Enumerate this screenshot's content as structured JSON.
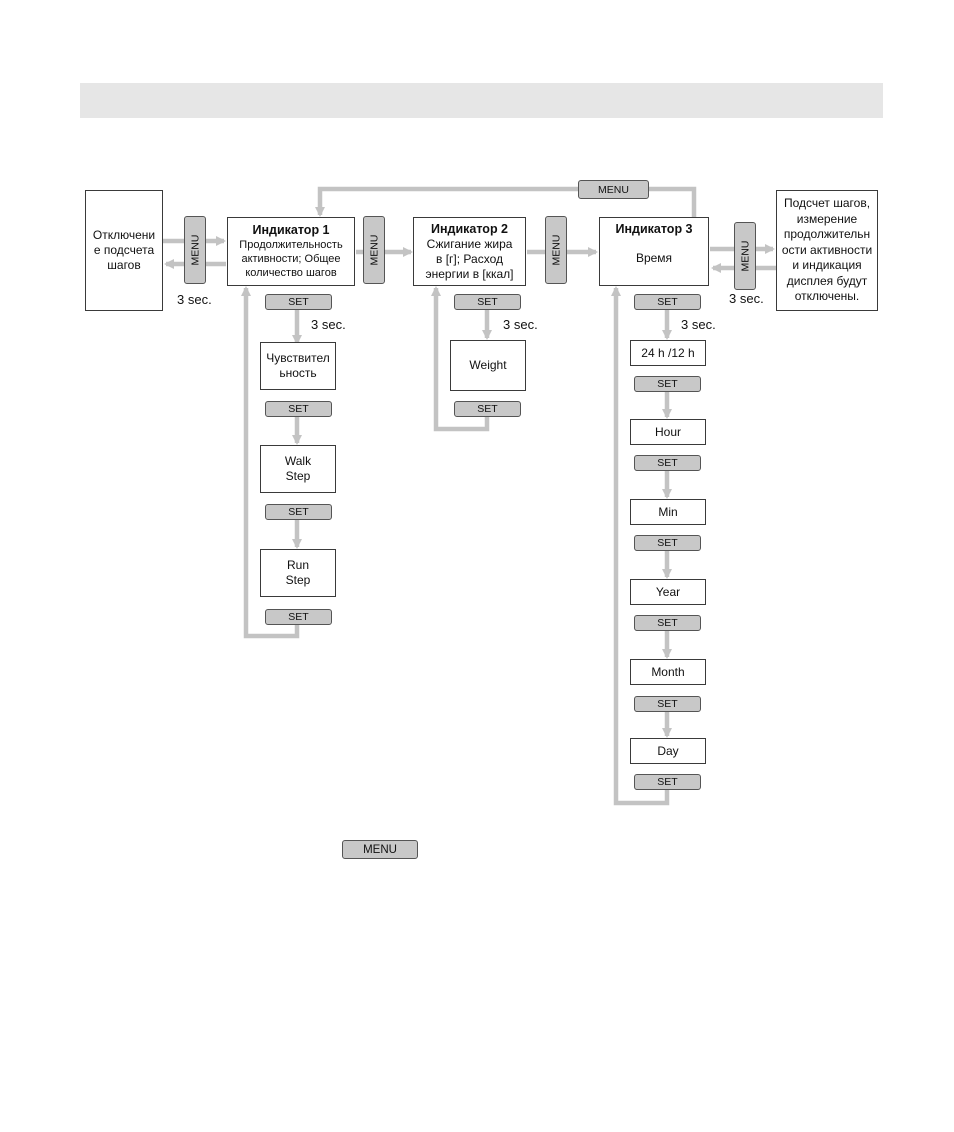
{
  "buttons": {
    "menu": "MENU",
    "set": "SET"
  },
  "labels": {
    "hold": "3 sec."
  },
  "boxes": {
    "off": [
      "Отключени",
      "е подсчета",
      "шагов"
    ],
    "ind1": {
      "title": "Индикатор 1",
      "lines": [
        "Продолжительность",
        "активности; Общее",
        "количество шагов"
      ]
    },
    "ind2": {
      "title": "Индикатор 2",
      "lines": [
        "Сжигание жира",
        "в [г]; Расход",
        "энергии в [ккал]"
      ]
    },
    "ind3": {
      "title": "Индикатор 3",
      "lines": [
        "Время"
      ]
    },
    "disabled": [
      "Подсчет шагов,",
      "измерение",
      "продолжительн",
      "ости активности",
      "и индикация",
      "дисплея будут",
      "отключены."
    ],
    "sensitivity": [
      "Чувствител",
      "ьность"
    ],
    "walk": [
      "Walk",
      "Step"
    ],
    "run": [
      "Run",
      "Step"
    ],
    "weight": "Weight",
    "time_fmt": "24 h /12 h",
    "hour": "Hour",
    "min": "Min",
    "year": "Year",
    "month": "Month",
    "day": "Day"
  },
  "colors": {
    "arrow": "#c3c3c3",
    "button_fill": "#c8c8c8",
    "header_bar": "#e6e6e6"
  }
}
